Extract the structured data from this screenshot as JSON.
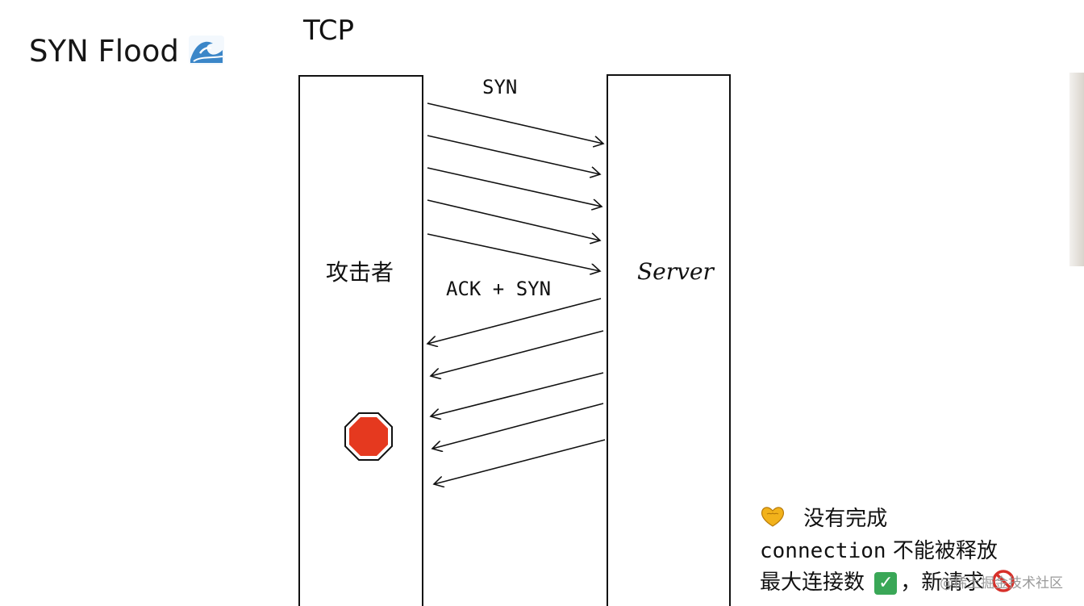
{
  "title": "SYN Flood",
  "title_icon": "wave-icon",
  "protocol": "TCP",
  "attacker_label": "攻击者",
  "server_label": "Server",
  "syn_label": "SYN",
  "ack_syn_label": "ACK + SYN",
  "attacker_icon": "stop-sign-icon",
  "notes": {
    "line1": "没有完成",
    "line1_icon": "heart-hands-icon",
    "line2_code": "connection",
    "line2_text": "不能被释放",
    "line3_text": "最大连接数",
    "line3_check": "✓",
    "line3_comma": "，新请求",
    "line3_icon": "prohibited-icon"
  },
  "watermark": "@稀土掘金技术社区",
  "colors": {
    "stop_sign": "#e5391f",
    "check": "#3aa757",
    "heart": "#f2b21b",
    "prohibited": "#d7302a",
    "wave": "#3b86c8"
  }
}
